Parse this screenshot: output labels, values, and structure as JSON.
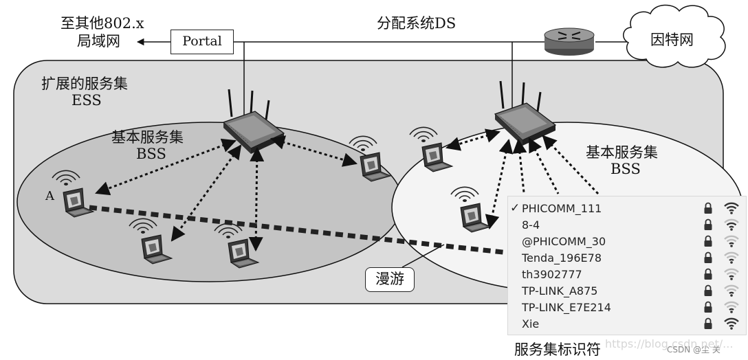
{
  "labels": {
    "other_lan_line1": "至其他802.x",
    "other_lan_line2": "局域网",
    "portal": "Portal",
    "ds": "分配系统DS",
    "internet": "因特网",
    "ess_line1": "扩展的服务集",
    "ess_line2": "ESS",
    "bss_left_line1": "基本服务集",
    "bss_left_line2": "BSS",
    "bss_right_line1": "基本服务集",
    "bss_right_line2": "BSS",
    "station_a": "A",
    "roaming": "漫游",
    "ssid_caption": "服务集标识符",
    "watermark": "CSDN @尘 关",
    "ghost_url": "https://blog.csdn.net/..."
  },
  "wifi_list": [
    {
      "name": "PHICOMM_111",
      "selected": true,
      "signal": 4
    },
    {
      "name": "8-4",
      "selected": false,
      "signal": 3
    },
    {
      "name": "@PHICOMM_30",
      "selected": false,
      "signal": 2
    },
    {
      "name": "Tenda_196E78",
      "selected": false,
      "signal": 2
    },
    {
      "name": "th3902777",
      "selected": false,
      "signal": 2
    },
    {
      "name": "TP-LINK_A875",
      "selected": false,
      "signal": 2
    },
    {
      "name": "TP-LINK_E7E214",
      "selected": false,
      "signal": 2
    },
    {
      "name": "Xie",
      "selected": false,
      "signal": 4
    }
  ],
  "icons": {
    "check": "✓",
    "lock": "lock-icon",
    "signal": "wifi-signal-icon"
  },
  "colors": {
    "ess_fill": "#dcdcdc",
    "bss_left_fill": "#c4c4c4",
    "bss_right_fill": "#f4f4f4",
    "panel_bg": "#f2f2f2"
  }
}
